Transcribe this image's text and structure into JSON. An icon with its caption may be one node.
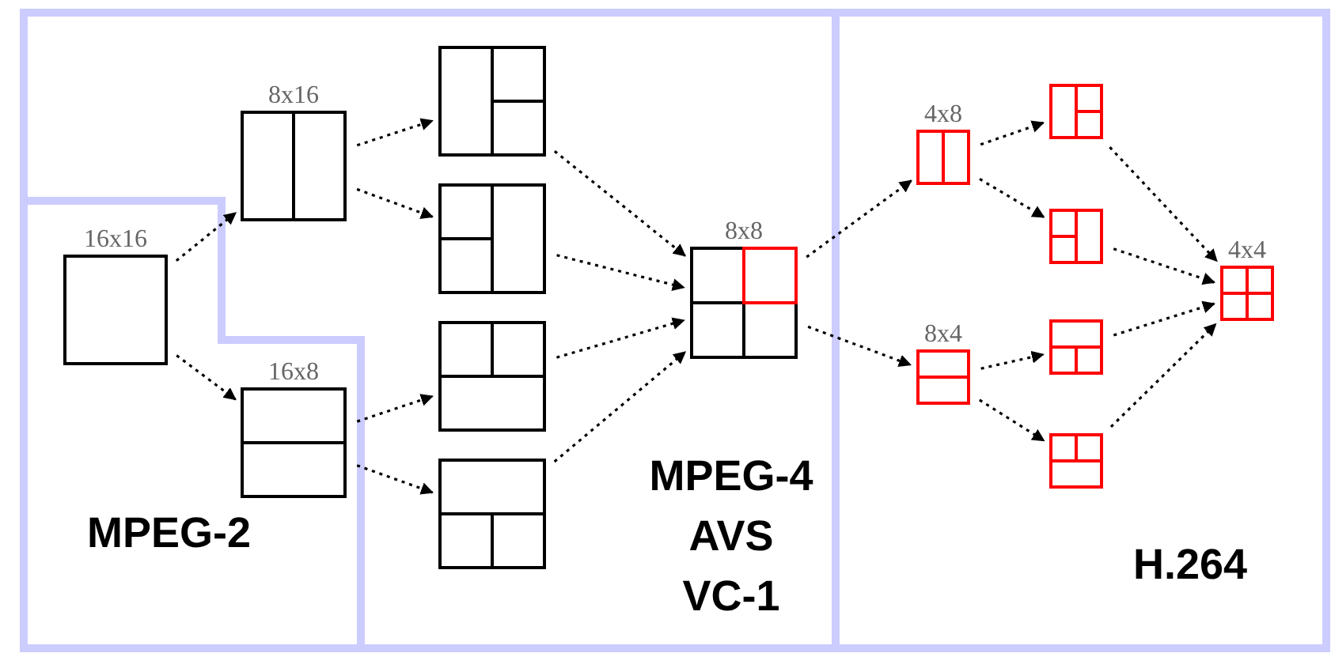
{
  "diagram": {
    "nodes": [
      {
        "text": [
          "MPEG-2"
        ]
      },
      {
        "text": [
          "16x16"
        ],
        "in": 0
      },
      {
        "text": [
          "16x8"
        ],
        "in": 0
      },
      {
        "text": [
          "MPEG-4 AVS VC-1"
        ]
      },
      {
        "text": [
          "8x16"
        ],
        "in": 3
      },
      {
        "text": [],
        "shape": "box",
        "in": 3
      },
      {
        "text": [],
        "shape": "box",
        "in": 3
      },
      {
        "text": [],
        "shape": "box",
        "in": 3
      },
      {
        "text": [],
        "shape": "box",
        "in": 3
      },
      {
        "text": [
          "8x8"
        ],
        "in": 3
      },
      {
        "text": [
          "H.264"
        ]
      },
      {
        "text": [
          "4x8"
        ],
        "in": 10
      },
      {
        "text": [],
        "shape": "box",
        "in": 10
      },
      {
        "text": [],
        "shape": "box",
        "in": 10
      },
      {
        "text": [
          "8x4"
        ],
        "in": 10
      },
      {
        "text": [],
        "shape": "box",
        "in": 10
      },
      {
        "text": [],
        "shape": "box",
        "in": 10
      },
      {
        "text": [
          "4x4"
        ],
        "in": 10
      }
    ],
    "edges": [
      {
        "from": 1,
        "to": 4,
        "arrow": "to"
      },
      {
        "from": 1,
        "to": 2,
        "arrow": "to"
      },
      {
        "from": 4,
        "to": 5,
        "arrow": "to"
      },
      {
        "from": 4,
        "to": 6,
        "arrow": "to"
      },
      {
        "from": 2,
        "to": 7,
        "arrow": "to"
      },
      {
        "from": 2,
        "to": 8,
        "arrow": "to"
      },
      {
        "from": 5,
        "to": 9,
        "arrow": "to"
      },
      {
        "from": 6,
        "to": 9,
        "arrow": "to"
      },
      {
        "from": 7,
        "to": 9,
        "arrow": "to"
      },
      {
        "from": 8,
        "to": 9,
        "arrow": "to"
      },
      {
        "from": 9,
        "to": 11,
        "arrow": "to"
      },
      {
        "from": 9,
        "to": 14,
        "arrow": "to"
      },
      {
        "from": 11,
        "to": 12,
        "arrow": "to"
      },
      {
        "from": 11,
        "to": 13,
        "arrow": "to"
      },
      {
        "from": 14,
        "to": 15,
        "arrow": "to"
      },
      {
        "from": 14,
        "to": 16,
        "arrow": "to"
      },
      {
        "from": 12,
        "to": 17,
        "arrow": "to"
      },
      {
        "from": 13,
        "to": 17,
        "arrow": "to"
      },
      {
        "from": 15,
        "to": 17,
        "arrow": "to"
      },
      {
        "from": 16,
        "to": 17,
        "arrow": "to"
      }
    ]
  }
}
